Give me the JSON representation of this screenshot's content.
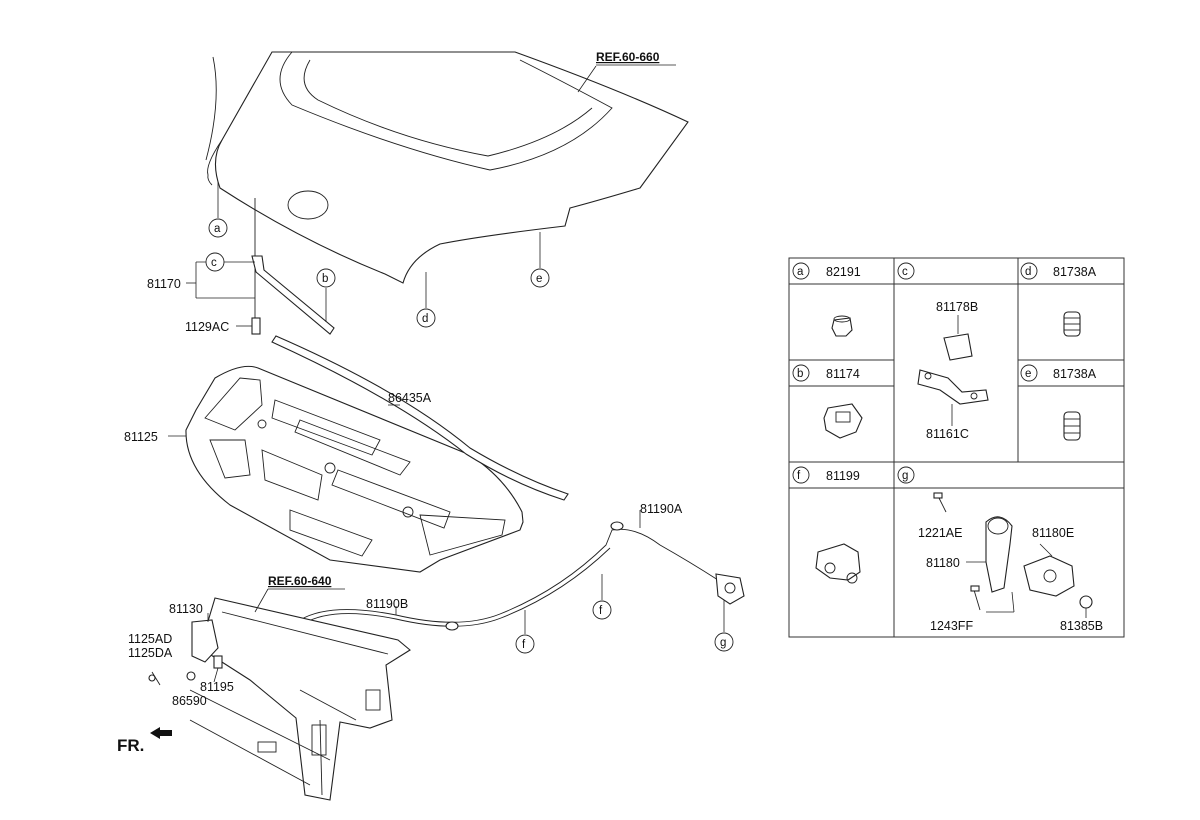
{
  "references": {
    "hood": "REF.60-660",
    "panel": "REF.60-640"
  },
  "front_marker": "FR.",
  "part_labels": {
    "hinge_assembly": "81170",
    "bolt_hinge": "1129AC",
    "insulator": "81125",
    "weatherstrip": "86435A",
    "release_cable_a": "81190A",
    "release_cable_b": "81190B",
    "latch": "81130",
    "bolt_a": "1125AD",
    "bolt_b": "1125DA",
    "bumper": "86590",
    "striker": "81195"
  },
  "callouts": [
    "a",
    "b",
    "c",
    "d",
    "e",
    "f",
    "g"
  ],
  "legend": {
    "a": {
      "letter": "a",
      "part": "82191"
    },
    "b": {
      "letter": "b",
      "part": "81174"
    },
    "c": {
      "letter": "c",
      "parts": [
        "81178B",
        "81161C"
      ]
    },
    "d": {
      "letter": "d",
      "part": "81738A"
    },
    "e": {
      "letter": "e",
      "part": "81738A"
    },
    "f": {
      "letter": "f",
      "part": "81199"
    },
    "g": {
      "letter": "g",
      "parts": [
        "1221AE",
        "81180E",
        "81180",
        "1243FF",
        "81385B"
      ]
    }
  }
}
